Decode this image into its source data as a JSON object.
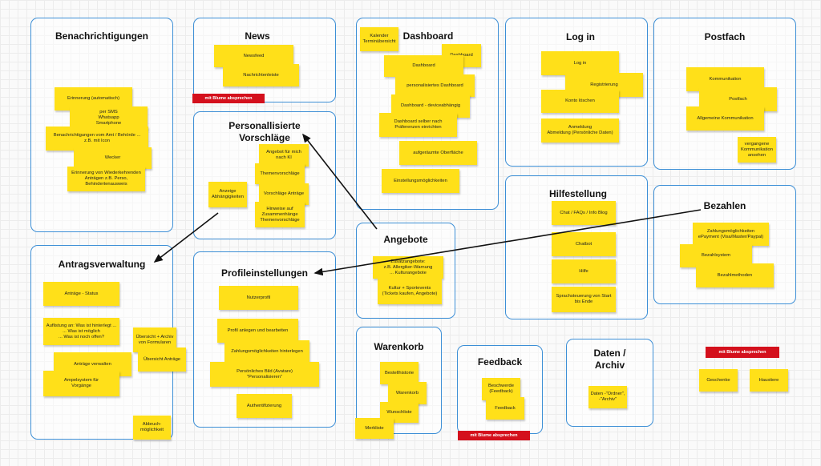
{
  "frames": {
    "benachrichtigungen": "Benachrichtigungen",
    "news": "News",
    "personalisierte": "Personallisierte\nVorschläge",
    "dashboard": "Dashboard",
    "login": "Log in",
    "postfach": "Postfach",
    "antragsverwaltung": "Antragsverwaltung",
    "profileinstellungen": "Profileinstellungen",
    "angebote": "Angebote",
    "hilfestellung": "Hilfestellung",
    "bezahlen": "Bezahlen",
    "warenkorb": "Warenkorb",
    "feedback": "Feedback",
    "daten_archiv": "Daten /\nArchiv"
  },
  "notes": {
    "ben_1": "Erinnerung (automatisch)",
    "ben_2": "per SMS\nWhatsapp\nSmartphone",
    "ben_3": "Benachrichtigungen vom Amt / Behörde ...\nz.B. mit Icon",
    "ben_4": "Wecker",
    "ben_5": "Erinnerung von Wiederkehrenden\nAnträgen z.B. Perso,\nBehindertenausweis",
    "news_1": "Newsfeed",
    "news_2": "Nachrichtenleiste",
    "pv_1": "Angebot für mich\nnach KI",
    "pv_2": "Themenvorschläge",
    "pv_3": "Vorschläge Anträge",
    "pv_4": "Hinweise auf\nZusammenhänge\nThemenvorschläge",
    "pv_5": "Anzeige\nAbhängigkeiten",
    "db_kal": "Kalender\nTerminübersicht",
    "db_1": "Dashboard",
    "db_2": "Dashboard",
    "db_3": "personalisiertes Dashboard",
    "db_4": "Dashboard - deviceabhängig",
    "db_5": "Dashboard selber nach\nPräferenzen einrichten",
    "db_6": "aufgeräumte Oberfläche",
    "db_7": "Einstellungsmöglichkeiten",
    "li_1": "Log in",
    "li_2": "Registrierung",
    "li_3": "Konto löschen",
    "li_4": "Anmeldung\nAbmeldung (Persönliche Daten)",
    "pf_1": "Kommunikation",
    "pf_2": "Postfach",
    "pf_3": "Allgemeine Kommunikation",
    "pf_4": "vergangene\nKommunikation\nansehen",
    "av_1": "Anträge - Status",
    "av_2": "Auflistung an: Was ist hinterlegt ...\n... Was ist möglich\n... Was ist noch offen?",
    "av_3": "Übersicht + Archiv\nvon Formularen",
    "av_4": "Übersicht Anträge",
    "av_5": "Anträge verwalten",
    "av_6": "Ampelsystem für\nVorgänge",
    "av_7": "Abbruch-\nmöglichkeit",
    "pe_1": "Nutzerprofil",
    "pe_2": "Profil anlegen und bearbeiten",
    "pe_3": "Zahlungsmöglichkeiten hinterlegen",
    "pe_4": "Persönliches Bild (Avatare)\n\"Personalisieren\"",
    "pe_5": "Authentifizierung",
    "an_1": "Zusatzangebote:\nz.B. Allergiker-Warnung\n... Kulturangebote",
    "an_2": "Kultur + Sportevents\n(Tickets kaufen, Angebote)",
    "hs_1": "Chat / FAQs / Info Blog",
    "hs_2": "Chatbot",
    "hs_3": "Hilfe",
    "hs_4": "Sprachsteuerung von Start\nbis Ende",
    "bz_1": "Zahlungsmöglichkeiten\nePayment (Visa/Master/Paypal)",
    "bz_2": "Bezahlsystem",
    "bz_3": "Bezahlmethoden",
    "wk_1": "Bestellhistorie",
    "wk_2": "Warenkorb",
    "wk_3": "Wunschliste",
    "wk_4": "Merkliste",
    "fb_1": "Beschwerde\n(Feedback)",
    "fb_2": "Feedback",
    "da_1": "Daten -\"Ordner\",\n-\"Archiv\"",
    "ex_1": "Geschenke",
    "ex_2": "Haustiere"
  },
  "tags": {
    "news": "mit Blume absprechen",
    "feedback": "mit Blume absprechen",
    "extra": "mit Blume absprechen"
  },
  "colors": {
    "frame_border": "#3d8fd6",
    "sticky": "#ffe019",
    "tag": "#d4101c",
    "arrow": "#111111"
  }
}
